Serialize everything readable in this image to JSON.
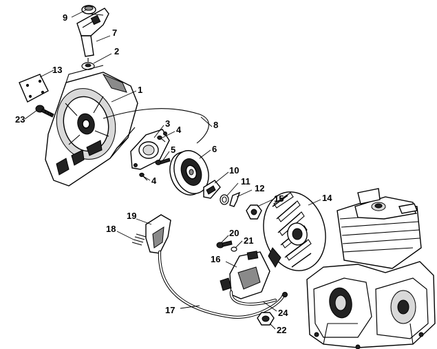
{
  "callouts": [
    {
      "id": "n9",
      "text": "9"
    },
    {
      "id": "n7",
      "text": "7"
    },
    {
      "id": "n2",
      "text": "2"
    },
    {
      "id": "n13",
      "text": "13"
    },
    {
      "id": "n1",
      "text": "1"
    },
    {
      "id": "n23",
      "text": "23"
    },
    {
      "id": "n3",
      "text": "3"
    },
    {
      "id": "n4a",
      "text": "4"
    },
    {
      "id": "n8",
      "text": "8"
    },
    {
      "id": "n5",
      "text": "5"
    },
    {
      "id": "n6",
      "text": "6"
    },
    {
      "id": "n4b",
      "text": "4"
    },
    {
      "id": "n10",
      "text": "10"
    },
    {
      "id": "n11",
      "text": "11"
    },
    {
      "id": "n12",
      "text": "12"
    },
    {
      "id": "n14",
      "text": "14"
    },
    {
      "id": "n15",
      "text": "15"
    },
    {
      "id": "n19",
      "text": "19"
    },
    {
      "id": "n18",
      "text": "18"
    },
    {
      "id": "n20",
      "text": "20"
    },
    {
      "id": "n21",
      "text": "21"
    },
    {
      "id": "n16",
      "text": "16"
    },
    {
      "id": "n17",
      "text": "17"
    },
    {
      "id": "n24",
      "text": "24"
    },
    {
      "id": "n22",
      "text": "22"
    }
  ]
}
